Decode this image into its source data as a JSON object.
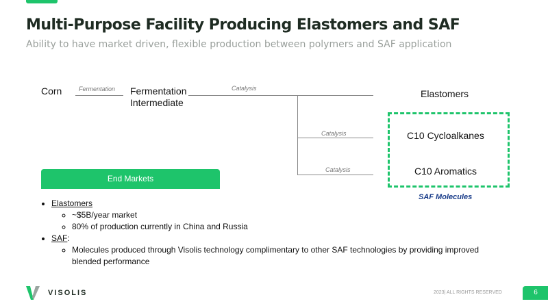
{
  "header": {
    "title": "Multi-Purpose Facility Producing Elastomers and SAF",
    "subtitle": "Ability to have market driven, flexible production between polymers and SAF application"
  },
  "diagram": {
    "corn": "Corn",
    "fermentation_label": "Fermentation",
    "intermediate_line1": "Fermentation",
    "intermediate_line2": "Intermediate",
    "catalysis_labels": [
      "Catalysis",
      "Catalysis",
      "Catalysis"
    ],
    "elastomers": "Elastomers",
    "cycloalkanes": "C10 Cycloalkanes",
    "aromatics": "C10 Aromatics",
    "saf_label": "SAF Molecules"
  },
  "end_markets": {
    "title": "End Markets",
    "items": [
      {
        "label": "Elastomers",
        "sub": [
          "~$5B/year market",
          "80% of production currently in China and Russia"
        ]
      },
      {
        "label": "SAF",
        "suffix": ":",
        "sub": [
          "Molecules produced through Visolis technology complimentary to other SAF technologies by providing improved blended performance"
        ]
      }
    ]
  },
  "footer": {
    "logo": "VISOLIS",
    "rights": "2023| ALL RIGHTS RESERVED",
    "page": "6"
  },
  "colors": {
    "accent": "#1ec46b"
  }
}
